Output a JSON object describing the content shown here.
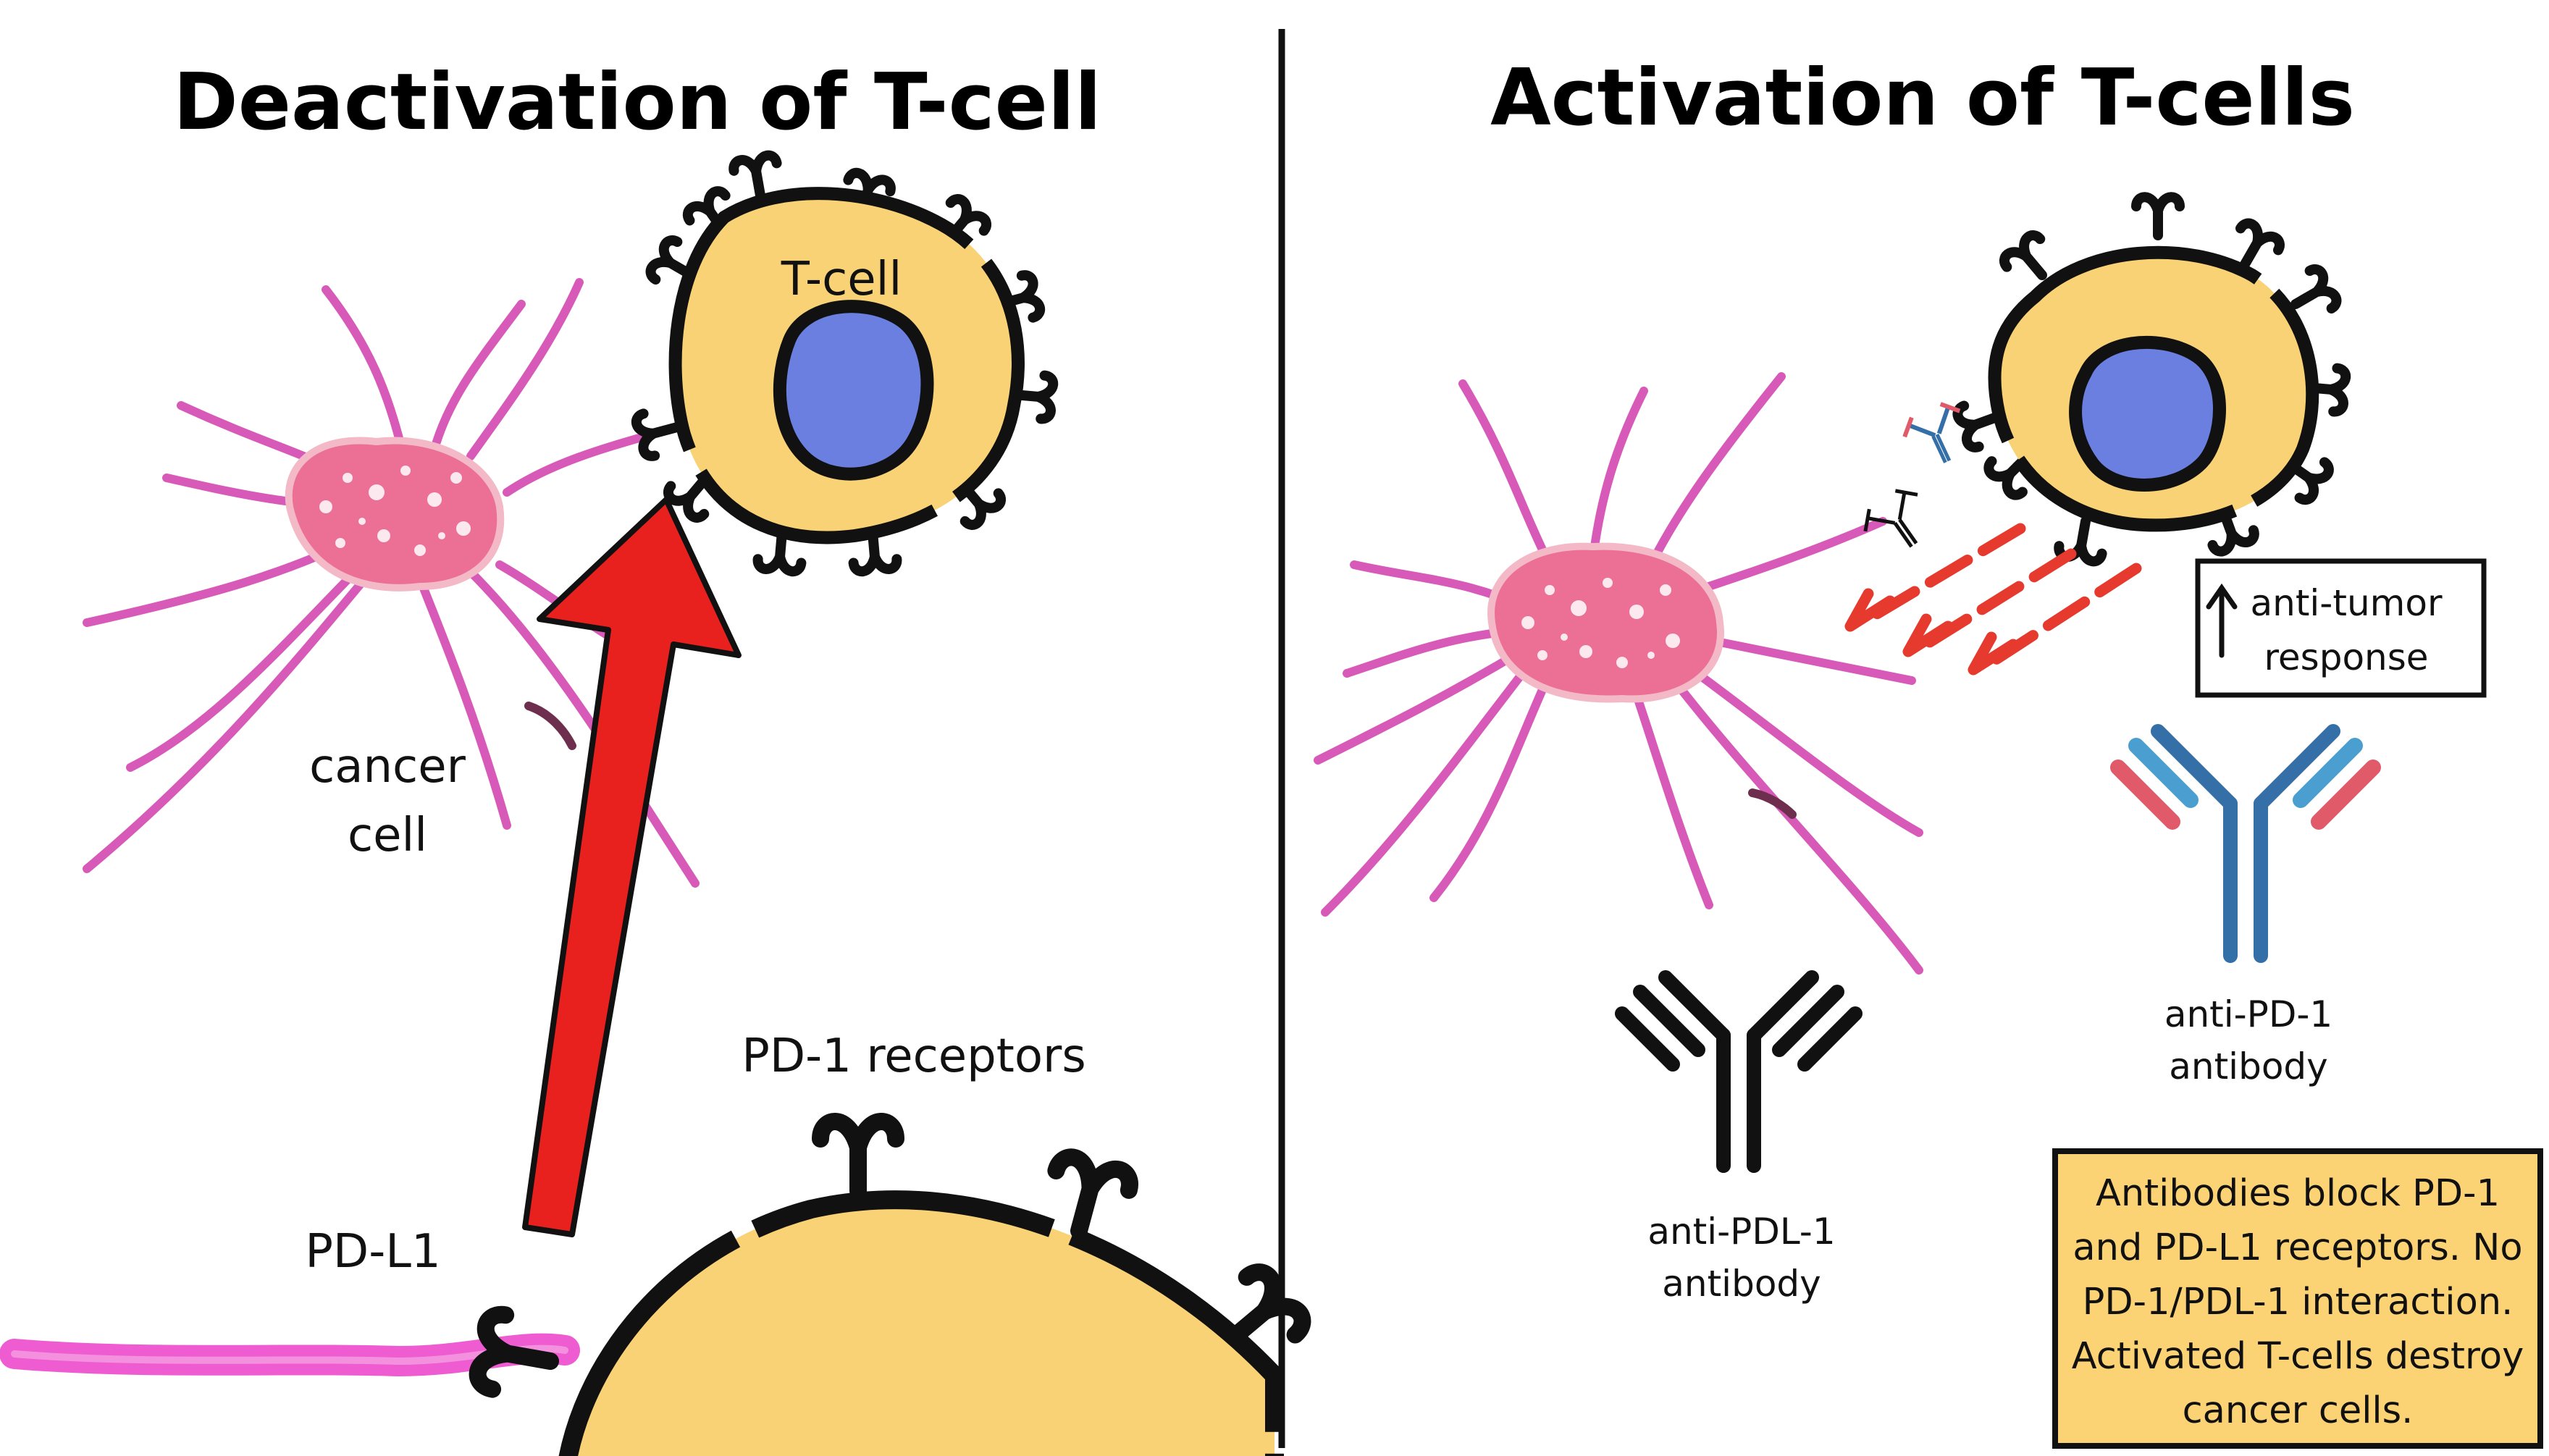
{
  "left_panel": {
    "title": "Deactivation of T-cell",
    "tcell_label": "T-cell",
    "cancer_label_line1": "cancer",
    "cancer_label_line2": "cell",
    "pdl1_label": "PD-L1",
    "pd1_label": "PD-1 receptors"
  },
  "right_panel": {
    "title": "Activation of T-cells",
    "response_box": {
      "arrow_glyph": "↑",
      "line1": "anti-tumor",
      "line2": "response"
    },
    "anti_pd1_label_line1": "anti-PD-1",
    "anti_pd1_label_line2": "antibody",
    "anti_pdl1_label_line1": "anti-PDL-1",
    "anti_pdl1_label_line2": "antibody",
    "info_box": {
      "line1": "Antibodies block PD-1",
      "line2": "and PD-L1 receptors. No",
      "line3": "PD-1/PDL-1 interaction.",
      "line4": "Activated T-cells destroy",
      "line5": "cancer cells."
    }
  },
  "colors": {
    "tcell_fill": "#f8d274",
    "nucleus_fill": "#6a7fe0",
    "cancer_body": "#ec6f96",
    "cancer_tendril": "#d85ab8",
    "red_arrow": "#e8201e",
    "dashed_arrow": "#e53a2d",
    "info_box_fill": "#fbd375",
    "antibody_blue": "#356fa7",
    "antibody_light_blue": "#4a9fd0",
    "antibody_red": "#e05a6a",
    "pdl1_pink": "#ef5bd0"
  }
}
